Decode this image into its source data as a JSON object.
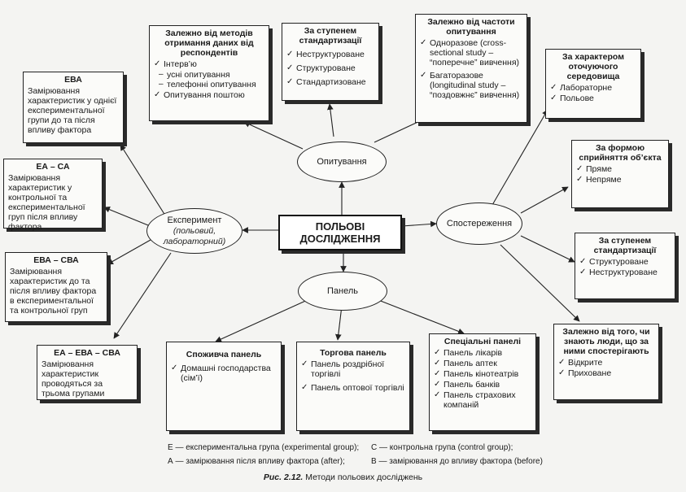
{
  "center": "ПОЛЬОВІ ДОСЛІДЖЕННЯ",
  "nodes": {
    "survey": "Опитування",
    "experiment_title": "Експеримент",
    "experiment_sub": "(польовий, лабораторний)",
    "observation": "Спостереження",
    "panel": "Панель"
  },
  "survey_boxes": {
    "methods": {
      "title": "Залежно від методів отримання даних від респондентів",
      "i1": "Інтерв’ю",
      "s1": "усні опитування",
      "s2": "телефонні опитування",
      "i2": "Опитування поштою"
    },
    "standard": {
      "title": "За ступенем стандартизації",
      "i1": "Неструктуроване",
      "i2": "Структуроване",
      "i3": "Стандартизоване"
    },
    "frequency": {
      "title": "Залежно від частоти опитування",
      "i1": "Одноразове (cross-sectional study – “поперечне” вивчення)",
      "i2": "Багаторазове (longitudinal study – “поздовжнє” вивчення)"
    }
  },
  "experiment_boxes": {
    "eva": {
      "title": "ЕВА",
      "text": "Замірювання характеристик у однієї експериментальної групи до та після впливу фактора"
    },
    "ea_ca": {
      "title": "ЕА – СА",
      "text": "Замірювання характеристик у контрольної та експериментальної груп після впливу фактора"
    },
    "eva_cva": {
      "title": "ЕВА – СВА",
      "text": "Замірювання характеристик до та після впливу фактора в експериментальної та контрольної груп"
    },
    "ea_eva_cva": {
      "title": "ЕА – ЕВА – СВА",
      "text": "Замірювання характеристик проводяться за трьома групами"
    }
  },
  "observation_boxes": {
    "environment": {
      "title": "За характером оточуючого середовища",
      "i1": "Лабораторне",
      "i2": "Польове"
    },
    "perception": {
      "title": "За формою сприйняття об’єкта",
      "i1": "Пряме",
      "i2": "Непряме"
    },
    "standard": {
      "title": "За ступенем стандартизації",
      "i1": "Структуроване",
      "i2": "Неструктуроване"
    },
    "awareness": {
      "title": "Залежно від того, чи знають люди, що за ними спостерігають",
      "i1": "Відкрите",
      "i2": "Приховане"
    }
  },
  "panel_boxes": {
    "consumer": {
      "title": "Споживча панель",
      "i1": "Домашні господарства (сім’ї)"
    },
    "trade": {
      "title": "Торгова панель",
      "i1": "Панель роздрібної торгівлі",
      "i2": "Панель оптової торгівлі"
    },
    "special": {
      "title": "Спеціальні панелі",
      "i1": "Панель лікарів",
      "i2": "Панель аптек",
      "i3": "Панель кінотеатрів",
      "i4": "Панель банків",
      "i5": "Панель страхових компаній"
    }
  },
  "legend": {
    "line1a": "Е — експериментальна група (experimental group);",
    "line1b": "С — контрольна група (control group);",
    "line2a": "А — замірювання після впливу фактора (after);",
    "line2b": "В — замірювання до впливу фактора (before)"
  },
  "caption": {
    "label": "Рис. 2.12.",
    "text": "Методи польових досліджень"
  }
}
